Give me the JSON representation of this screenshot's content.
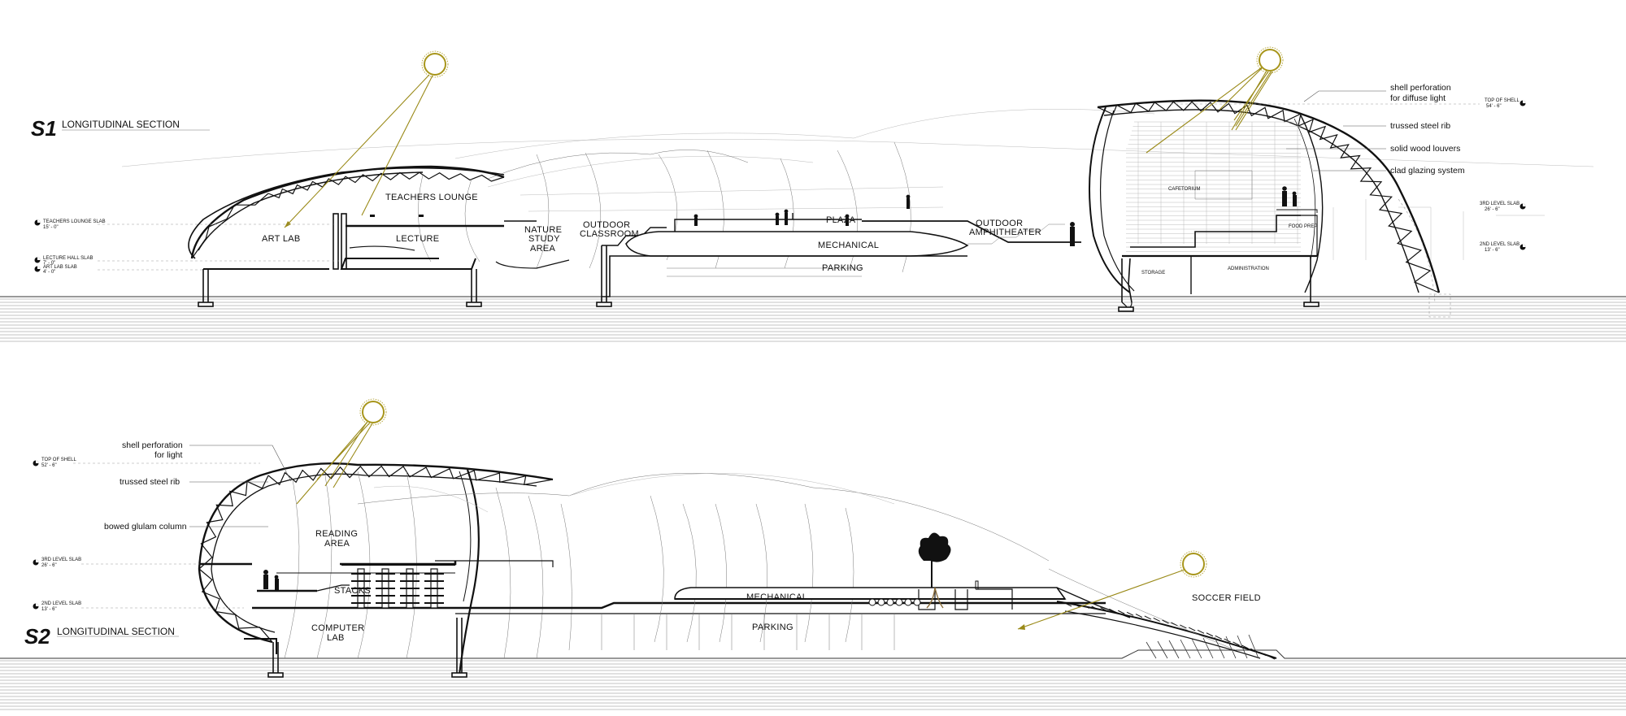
{
  "section1": {
    "number": "S1",
    "title": "LONGITUDINAL SECTION",
    "rooms": {
      "teachers_lounge": "TEACHERS LOUNGE",
      "art_lab": "ART LAB",
      "lecture": "LECTURE",
      "nature_1": "NATURE",
      "nature_2": "STUDY",
      "nature_3": "AREA",
      "outdoor_class_1": "OUTDOOR",
      "outdoor_class_2": "CLASSROOM",
      "plaza": "PLAZA",
      "mechanical": "MECHANICAL",
      "parking": "PARKING",
      "amph_1": "OUTDOOR",
      "amph_2": "AMPHITHEATER",
      "cafetorium": "CAFETORIUM",
      "food_prep": "FOOD PREP",
      "storage": "STORAGE",
      "administration": "ADMINISTRATION"
    },
    "levels_left": {
      "teachers_slab": "TEACHERS LOUNGE SLAB",
      "teachers_elev": "15' - 0\"",
      "lecture_slab": "LECTURE HALL SLAB",
      "lecture_elev": "7' - 0\"",
      "art_slab": "ART LAB SLAB",
      "art_elev": "4' - 0\""
    },
    "levels_right": {
      "top_shell": "TOP OF SHELL",
      "top_elev": "54' - 6\"",
      "third_slab": "3RD LEVEL SLAB",
      "third_elev": "26' - 6\"",
      "second_slab": "2ND LEVEL SLAB",
      "second_elev": "13' - 6\""
    },
    "annotations": {
      "perf_1": "shell perforation",
      "perf_2": "for diffuse light",
      "rib": "trussed steel rib",
      "louvers": "solid wood louvers",
      "glazing": "clad glazing system"
    }
  },
  "section2": {
    "number": "S2",
    "title": "LONGITUDINAL SECTION",
    "rooms": {
      "reading_1": "READING",
      "reading_2": "AREA",
      "stacks": "STACKS",
      "computer_1": "COMPUTER",
      "computer_2": "LAB",
      "mechanical": "MECHANICAL",
      "parking": "PARKING",
      "soccer": "SOCCER FIELD"
    },
    "levels": {
      "top_shell": "TOP OF SHELL",
      "top_elev": "52' - 6\"",
      "third_slab": "3RD LEVEL SLAB",
      "third_elev": "26' - 6\"",
      "second_slab": "2ND LEVEL SLAB",
      "second_elev": "13' - 6\""
    },
    "annotations": {
      "perf_1": "shell perforation",
      "perf_2": "for light",
      "rib": "trussed steel rib",
      "column": "bowed glulam column"
    }
  },
  "colors": {
    "ink": "#111111",
    "sun": "#a8961c",
    "background": "#ffffff"
  },
  "icons": [
    "sun-icon",
    "level-marker-icon",
    "tree-icon",
    "person-icon"
  ]
}
